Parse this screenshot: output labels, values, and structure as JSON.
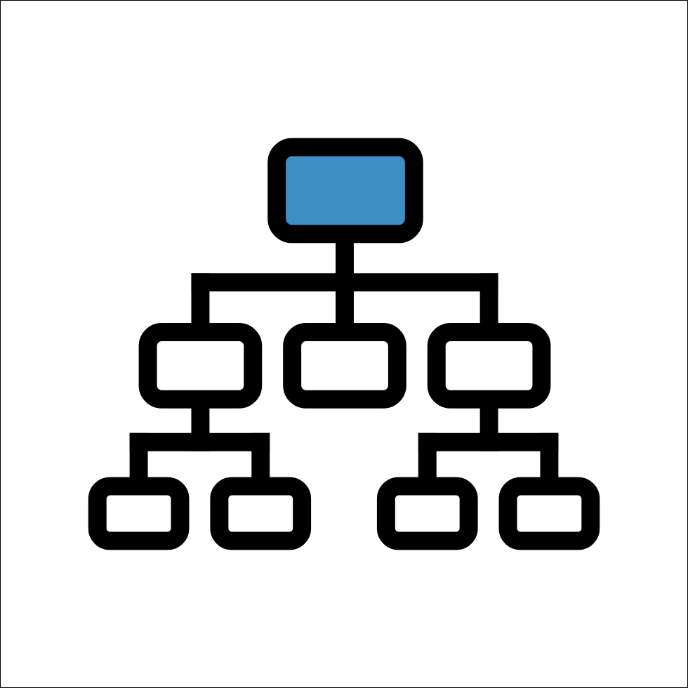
{
  "icon": {
    "name": "hierarchy-org-chart-icon",
    "stroke_color": "#000000",
    "fill_color": "#ffffff",
    "accent_color": "#3f8fc7",
    "background_color": "#ffffff",
    "levels": [
      {
        "level": 1,
        "nodes": 1,
        "highlighted": true
      },
      {
        "level": 2,
        "nodes": 3,
        "highlighted": false
      },
      {
        "level": 3,
        "nodes": 4,
        "highlighted": false
      }
    ]
  }
}
